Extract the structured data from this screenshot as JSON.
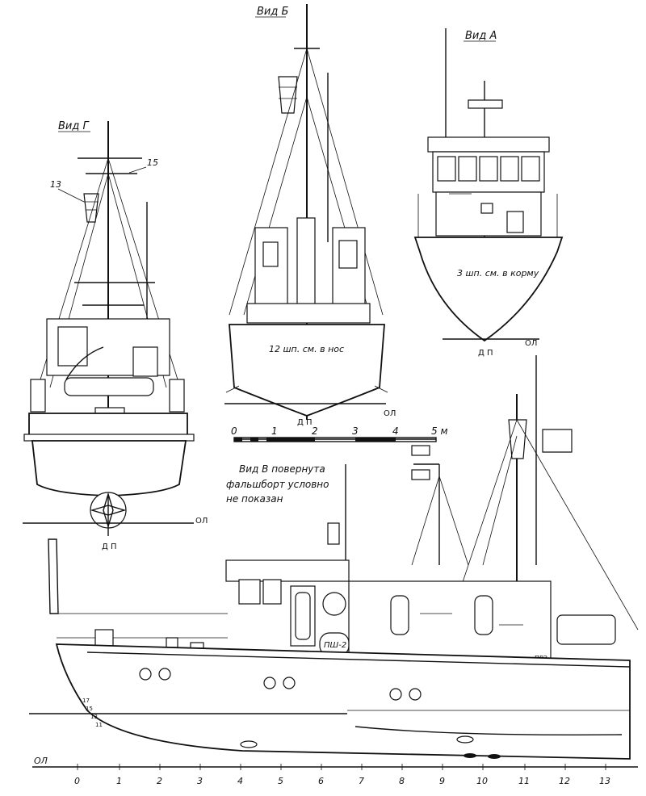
{
  "views": {
    "view_g": {
      "title": "Вид Г",
      "callouts": [
        "13",
        "15"
      ],
      "centerline": "Д П",
      "waterline": "ОЛ"
    },
    "view_b": {
      "title": "Вид Б",
      "frame_note": "12 шп. см. в нос",
      "centerline": "Д П",
      "waterline": "ОЛ"
    },
    "view_a": {
      "title": "Вид А",
      "frame_note": "3 шп. см. в корму",
      "centerline": "Д П",
      "waterline": "ОЛ"
    },
    "view_v": {
      "title": "Вид В повернута",
      "note_line1": "фальшборт условно",
      "note_line2": "не показан",
      "waterline": "ОЛ",
      "plate_label": "ПШ-2",
      "small_label": "ПРЗ",
      "draft_marks": [
        "17",
        "15",
        "13",
        "11"
      ]
    }
  },
  "scale_bar": {
    "ticks": [
      "0",
      "1",
      "2",
      "3",
      "4",
      "5 м"
    ]
  },
  "frame_numbers": [
    "0",
    "1",
    "2",
    "3",
    "4",
    "5",
    "6",
    "7",
    "8",
    "9",
    "10",
    "11",
    "12",
    "13"
  ]
}
